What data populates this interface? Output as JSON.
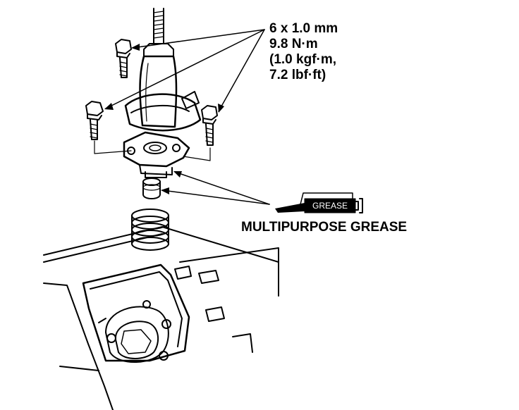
{
  "torque_spec": {
    "lines": [
      "6 x 1.0 mm",
      "9.8 N·m",
      "(1.0 kgf·m,",
      "7.2 lbf·ft)"
    ]
  },
  "grease": {
    "tube_label": "GREASE",
    "callout": "MULTIPURPOSE GREASE"
  },
  "colors": {
    "ink": "#000000",
    "paper": "#ffffff"
  }
}
